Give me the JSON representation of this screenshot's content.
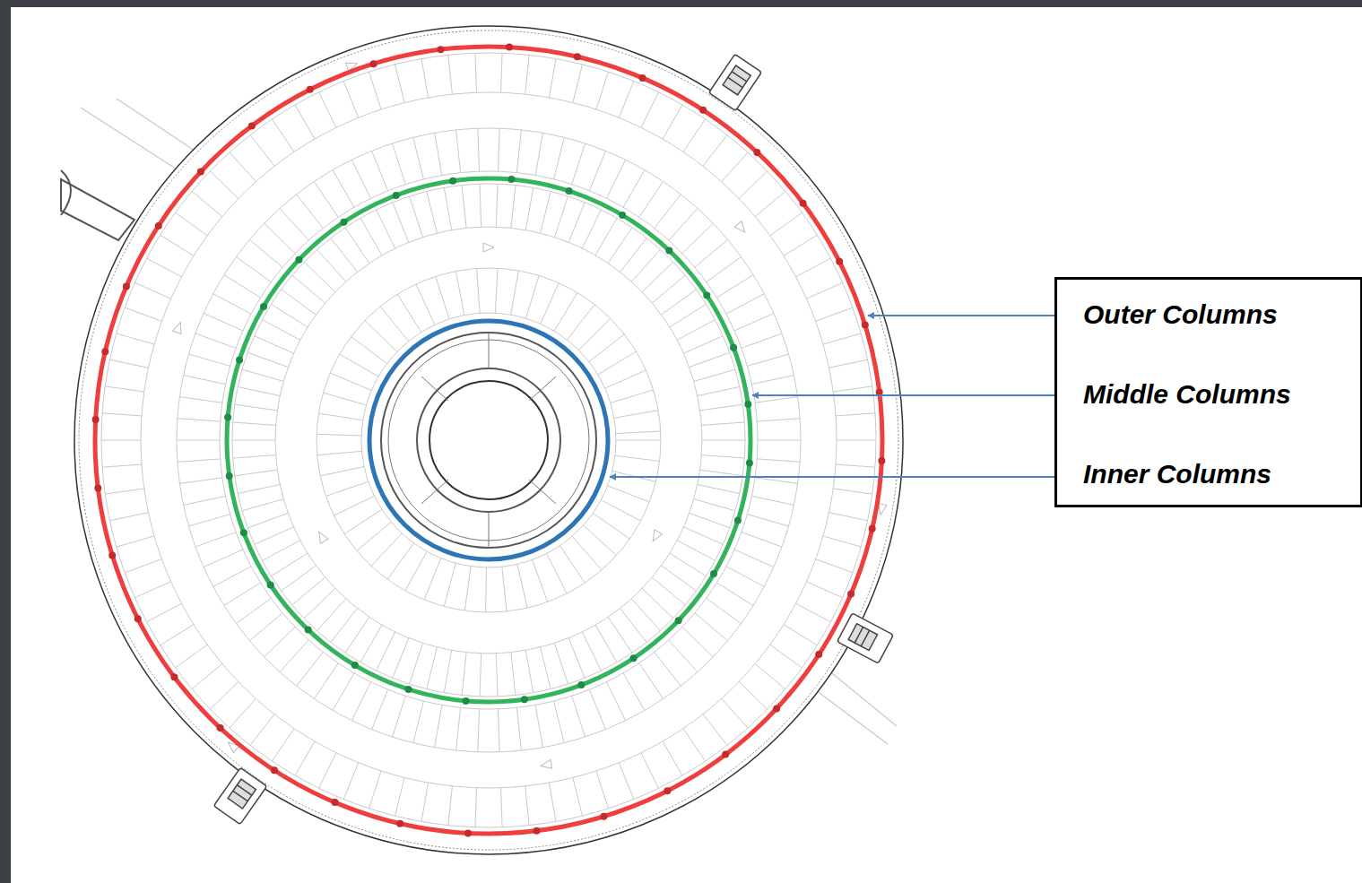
{
  "diagram": {
    "nodes": [
      {
        "text": [
          "Outer Columns",
          "Middle Columns",
          "Inner Columns"
        ]
      }
    ]
  }
}
